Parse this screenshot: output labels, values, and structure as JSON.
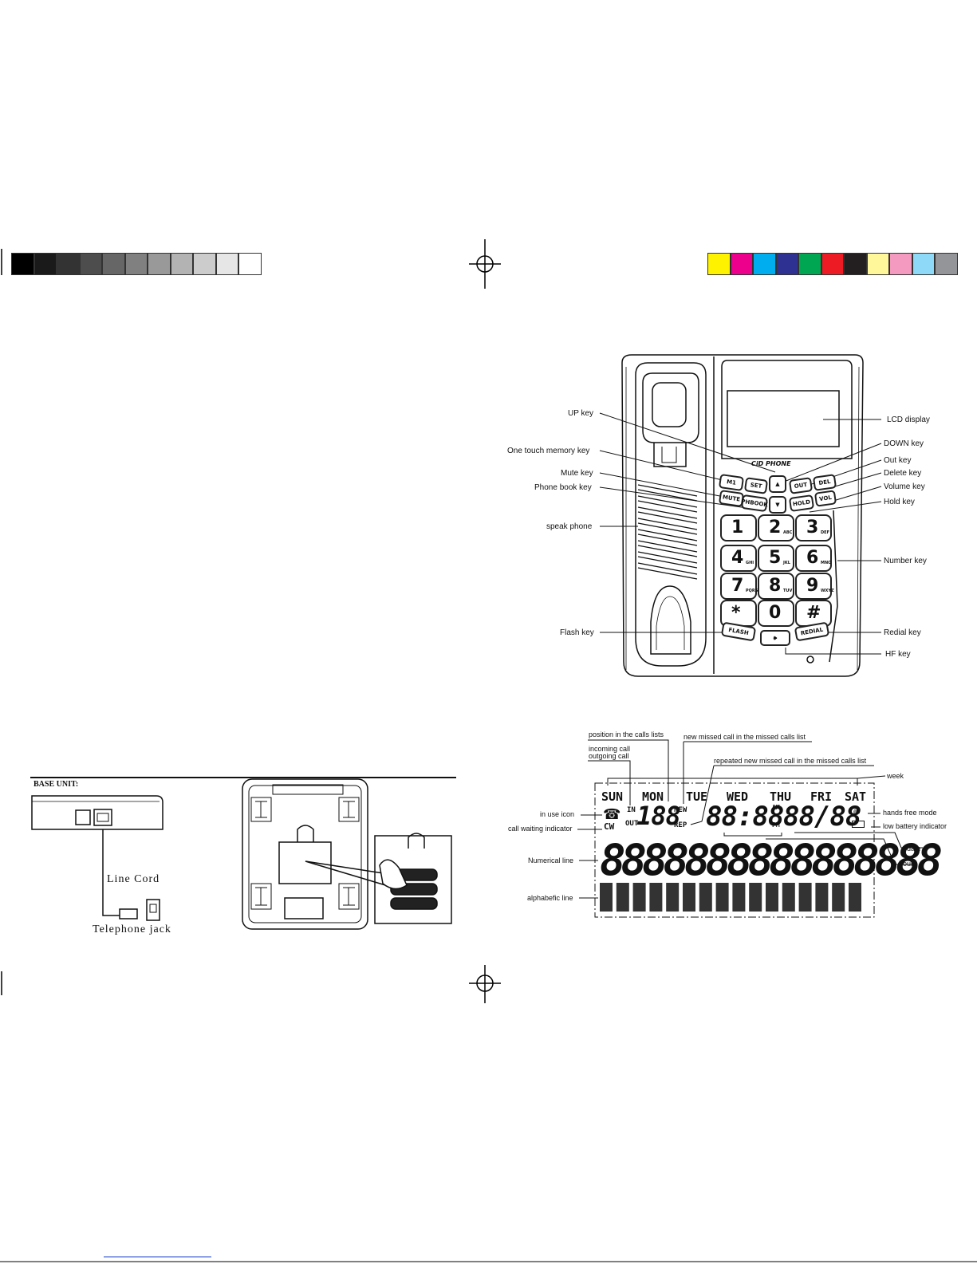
{
  "phone_labels": {
    "up_key": "UP key",
    "one_touch": "One touch memory key",
    "mute": "Mute key",
    "phone_book": "Phone book key",
    "speak_phone": "speak phone",
    "flash": "Flash key",
    "lcd_display": "LCD display",
    "down_key": "DOWN  key",
    "out_key": "Out key",
    "delete_key": "Delete key",
    "volume_key": "Volume key",
    "hold_key": "Hold key",
    "number_key": "Number  key",
    "redial_key": "Redial key",
    "hf_key": "HF key"
  },
  "phone_keys": {
    "brand": "CiD PHONE",
    "m1": "M1",
    "set": "SET",
    "out": "OUT",
    "del": "DEL",
    "mute": "MUTE",
    "phbook": "PHBOOK",
    "hold": "HOLD",
    "vol": "VOL",
    "flash": "FLASH",
    "redial": "REDIAL",
    "digits": [
      {
        "d": "1",
        "s": ""
      },
      {
        "d": "2",
        "s": "ABC"
      },
      {
        "d": "3",
        "s": "DEF"
      },
      {
        "d": "4",
        "s": "GHI"
      },
      {
        "d": "5",
        "s": "JKL"
      },
      {
        "d": "6",
        "s": "MNO"
      },
      {
        "d": "7",
        "s": "PQRS"
      },
      {
        "d": "8",
        "s": "TUV"
      },
      {
        "d": "9",
        "s": "WXYZ"
      },
      {
        "d": "*",
        "s": ""
      },
      {
        "d": "0",
        "s": ""
      },
      {
        "d": "#",
        "s": ""
      }
    ]
  },
  "lcd_labels": {
    "position": "position in the calls lists",
    "new_missed": "new missed call in the missed calls list",
    "incoming": "incoming call",
    "outgoing": "outgoing call",
    "repeated": "repeated new missed call in the missed calls list",
    "week": "week",
    "in_use": "in use icon",
    "call_waiting": "call waiting indicator",
    "hands_free": "hands free mode",
    "low_battery": "low battery indicator",
    "date": "date",
    "hour": "hour",
    "numerical": "Numerical line",
    "alphabetic": "alphabefic line"
  },
  "lcd": {
    "days": [
      "SUN",
      "MON",
      "TUE",
      "WED",
      "THU",
      "FRI",
      "SAT"
    ],
    "in": "IN",
    "out": "OUT",
    "cw": "CW",
    "new": "NEW",
    "rep": "REP",
    "pos_digits": "188",
    "time": "88:88",
    "am": "AM",
    "pm": "PM",
    "date": "88/88",
    "numeric_line": "8888888888888888"
  },
  "base": {
    "title": "BASE UNIT:",
    "line_cord": "Line  Cord",
    "telephone_jack": "Telephone jack"
  },
  "colors": {
    "gray_bar": [
      "#000000",
      "#1a1a1a",
      "#333333",
      "#4d4d4d",
      "#666666",
      "#808080",
      "#999999",
      "#b3b3b3",
      "#cccccc",
      "#e6e6e6",
      "#ffffff"
    ],
    "color_bar": [
      "#fff200",
      "#ec008c",
      "#00aeef",
      "#2e3192",
      "#00a651",
      "#ed1c24",
      "#231f20",
      "#fff799",
      "#f49ac1",
      "#8ed8f8",
      "#939598"
    ]
  }
}
